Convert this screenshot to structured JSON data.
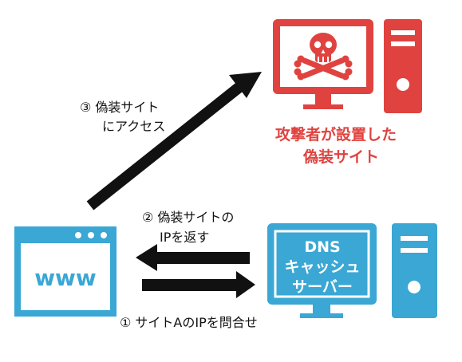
{
  "attacker": {
    "caption_line1": "攻撃者が設置した",
    "caption_line2": "偽装サイト"
  },
  "dns": {
    "line1": "DNS",
    "line2": "キャッシュ",
    "line3": "サーバー"
  },
  "browser": {
    "label": "www"
  },
  "steps": {
    "step3_line1": "③ 偽装サイト",
    "step3_line2": "にアクセス",
    "step2_line1": "② 偽装サイトの",
    "step2_line2": "IPを返す",
    "step1": "① サイトAのIPを問合せ"
  },
  "colors": {
    "attacker": "#e0433f",
    "dns": "#3aa7d4",
    "browser": "#3aa7d4",
    "arrow": "#111111"
  }
}
